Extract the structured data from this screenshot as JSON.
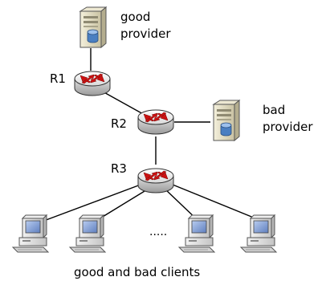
{
  "labels": {
    "good_provider_line1": "good",
    "good_provider_line2": "provider",
    "bad_provider_line1": "bad",
    "bad_provider_line2": "provider",
    "r1": "R1",
    "r2": "R2",
    "r3": "R3",
    "ellipsis": ".....",
    "clients": "good and bad clients"
  },
  "colors": {
    "line": "#000000",
    "router_body": "#d9d9d9",
    "router_arrow": "#cc1111",
    "server_body": "#e8e3cc",
    "server_db": "#4a7fc1",
    "pc_body": "#e6e6e6",
    "screen": "#7f9ccf"
  },
  "icons": {
    "router": "router-icon",
    "server": "server-icon",
    "client": "computer-icon"
  }
}
